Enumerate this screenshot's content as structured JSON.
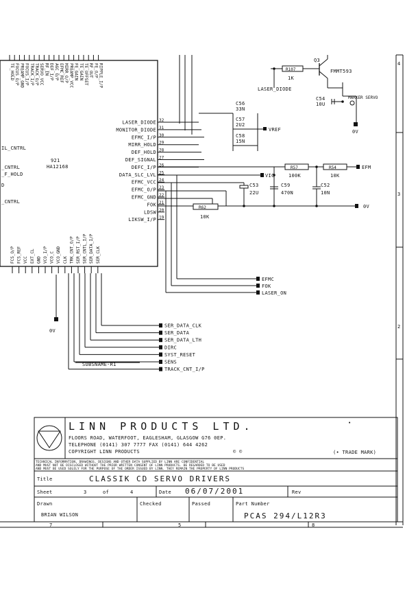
{
  "ic": {
    "ref": "921",
    "part": "HA12168",
    "right_pins": [
      {
        "name": "LASER_DIODE",
        "num": "32"
      },
      {
        "name": "MONITOR_DIODE",
        "num": "31"
      },
      {
        "name": "EFMC_I/P",
        "num": "30"
      },
      {
        "name": "MIRR_HOLD",
        "num": "29"
      },
      {
        "name": "DEF_HOLD",
        "num": "28"
      },
      {
        "name": "DEF_SIGNAL",
        "num": "27"
      },
      {
        "name": "DEFC_I/P",
        "num": "26"
      },
      {
        "name": "DATA_SLC_LVL",
        "num": "25"
      },
      {
        "name": "EFMC_VCC",
        "num": "24"
      },
      {
        "name": "EFMC_O/P",
        "num": "23"
      },
      {
        "name": "EFMC_GND",
        "num": "22"
      },
      {
        "name": "FOK",
        "num": "21"
      },
      {
        "name": "LDSW",
        "num": "20"
      },
      {
        "name": "LIKSW_I/P",
        "num": "19"
      }
    ],
    "left_labels": [
      "IL_CNTRL",
      "_CNTRL",
      "_F_HOLD",
      "D",
      "_CNTRL"
    ],
    "top_pins": [
      "TE_HOLD",
      "FOCUS_O/P",
      "PREAMP_GND",
      "FOCUS_I/P",
      "TRACK_I/P",
      "TRACK_O/P",
      "SERVO_VCC",
      "RF_IN",
      "DEF_I/P",
      "AGC_O/P",
      "EFMC_REF",
      "MIRR_O/P",
      "PREAMP_VCC",
      "FE_GAIN",
      "TE_GAIN",
      "TE_OFFSET",
      "RF_OUT",
      "FE_O/P",
      "RIPPLE_I/P"
    ],
    "bottom_pins": [
      "FCS_O/P",
      "FCS_REF",
      "VCC",
      "EXT_CL",
      "GND",
      "VCO_I/P",
      "VCO_C",
      "VCO_GND",
      "CLK",
      "TRK_CNT_O/P",
      "SER_RST_I/P",
      "SER_CNTL_I/P",
      "SER_DATA_I/P",
      "SER_CLK"
    ]
  },
  "components": {
    "transistor": {
      "ref": "Q3",
      "part": "FMMT593"
    },
    "r_base": {
      "ref": "R107",
      "value": "1K"
    },
    "laser_diode_label": "LASER_DIODE",
    "c54": {
      "ref": "C54",
      "value": "10U"
    },
    "marker": "MARKER SERVO",
    "c56": {
      "ref": "C56",
      "value": "33N"
    },
    "c57": {
      "ref": "C57",
      "value": "2U2"
    },
    "c58": {
      "ref": "C58",
      "value": "15N"
    },
    "vref": "VREF",
    "r57": {
      "ref": "R57",
      "value": "100K"
    },
    "r54": {
      "ref": "R54",
      "value": "10K"
    },
    "c59": {
      "ref": "C59",
      "value": "470N"
    },
    "c52": {
      "ref": "C52",
      "value": "10N"
    },
    "c53": {
      "ref": "C53",
      "value": "22U"
    },
    "r62": {
      "ref": "R62",
      "value": "10K"
    },
    "vic": "VIC",
    "efm": "EFM",
    "ground": "0V"
  },
  "nets_right": [
    "EFMC",
    "FOK",
    "LASER_ON"
  ],
  "nets_bottom": [
    "SER_DATA_CLK",
    "SER_DATA",
    "SER_DATA_LTH",
    "DIRC",
    "SYST_RESET",
    "SENS",
    "TRACK_CNT_I/P"
  ],
  "net_sub": "SUBSNAME-R1",
  "ground_left": "0V",
  "zones": {
    "right": [
      "4",
      "3",
      "2"
    ],
    "bottom": [
      "7",
      "5",
      "8"
    ]
  },
  "title_block": {
    "company": "LINN  PRODUCTS  LTD.",
    "trademark_dot": "•",
    "address": "FLOORS ROAD, WATERFOOT, EAGLESHAM, GLASGOW G76 0EP.",
    "telephone": "TELEPHONE (0141) 307 7777   FAX  (0141) 644 4262",
    "copyright": "COPYRIGHT  LINN PRODUCTS",
    "copyright_symbols": "© ©",
    "trademark": "(• TRADE MARK)",
    "disclaimer_1": "TECHNICAL INFORMATION, DRAWINGS, DESIGNS AND OTHER DATA SUPPLIED BY LINN ARE CONFIDENTIAL",
    "disclaimer_2": "AND MUST NOT BE DISCLOSED WITHOUT THE PRIOR WRITTEN CONSENT OF LINN PRODUCTS. BE REGARDED TO BE USED",
    "disclaimer_3": "AND MUST BE USED SOLELY FOR THE PURPOSE OF THE ORDER ISSUED BY LINN. THEY REMAIN THE PROPERTY OF LINN PRODUCTS",
    "title_label": "Title",
    "title": "CLASSIK CD  SERVO DRIVERS",
    "sheet_label": "Sheet",
    "sheet_num": "3",
    "sheet_of": "of",
    "sheet_total": "4",
    "date_label": "Date",
    "date": "06/07/2001",
    "rev_label": "Rev",
    "drawn_label": "Drawn",
    "drawn": "BRIAN WILSON",
    "checked_label": "Checked",
    "passed_label": "Passed",
    "part_label": "Part Number",
    "part_number": "PCAS 294/L12R3"
  }
}
